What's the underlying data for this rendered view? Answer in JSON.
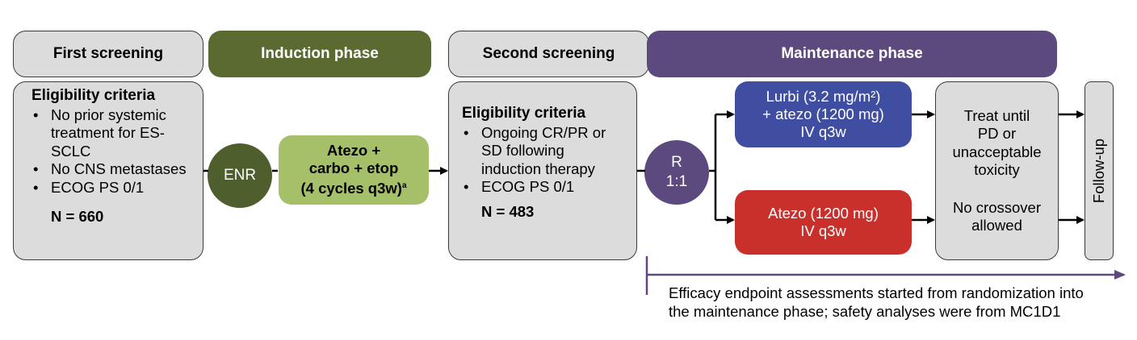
{
  "headers": {
    "first_screening": "First screening",
    "induction_phase": "Induction phase",
    "second_screening": "Second screening",
    "maintenance_phase": "Maintenance phase"
  },
  "first_criteria": {
    "title": "Eligibility criteria",
    "items": [
      "No prior systemic treatment for ES-SCLC",
      "No CNS metastases",
      "ECOG PS 0/1"
    ],
    "n": "N = 660"
  },
  "enr": "ENR",
  "induction_box": {
    "line1": "Atezo +",
    "line2": "carbo + etop",
    "line3": "(4 cycles q3w)",
    "footnote": "a"
  },
  "second_criteria": {
    "title": "Eligibility criteria",
    "items": [
      "Ongoing CR/PR or SD following induction therapy",
      "ECOG PS 0/1"
    ],
    "n": "N = 483"
  },
  "randomization": {
    "line1": "R",
    "line2": "1:1"
  },
  "arm_lurbi": {
    "line1": "Lurbi (3.2 mg/m²)",
    "line2": "+ atezo (1200 mg)",
    "line3": "IV q3w"
  },
  "arm_atezo": {
    "line1": "Atezo (1200 mg)",
    "line2": "IV q3w"
  },
  "treat_box": {
    "line1": "Treat until",
    "line2": "PD or",
    "line3": "unacceptable",
    "line4": "toxicity",
    "line5": "No crossover",
    "line6": "allowed"
  },
  "follow_up": "Follow-up",
  "note": {
    "line1": "Efficacy endpoint assessments started from randomization into",
    "line2": "the maintenance phase; safety analyses were from MC1D1"
  },
  "colors": {
    "induction_dark": "#5a6a30",
    "induction_light": "#a6c06a",
    "enr_circle": "#4e5e2c",
    "maintenance": "#5c4a7e",
    "lurbi_arm": "#3f4ea0",
    "atezo_arm": "#c9302c",
    "grey": "#dcdcdc"
  }
}
